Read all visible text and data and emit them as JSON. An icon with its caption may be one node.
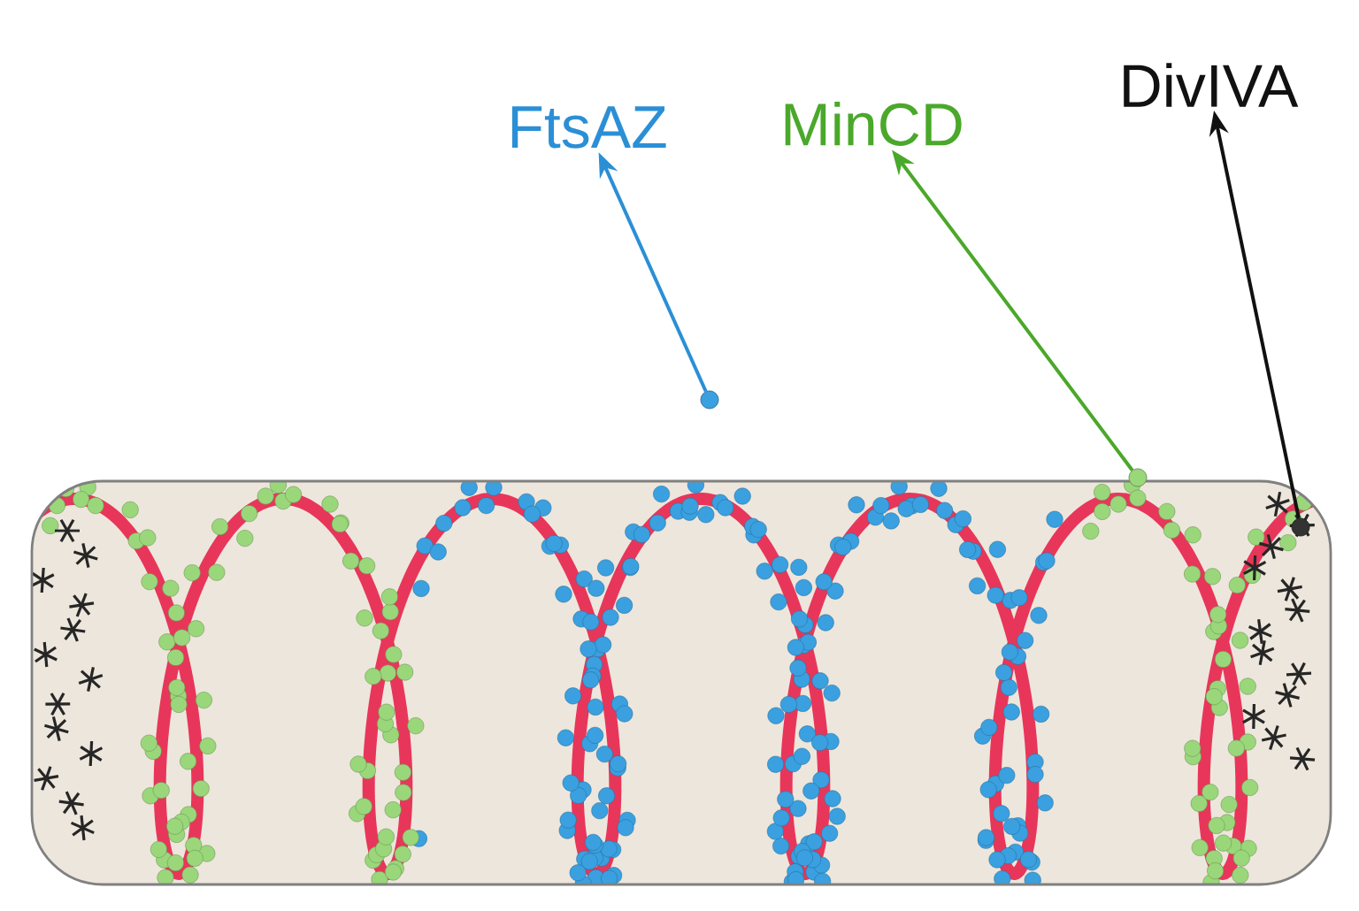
{
  "diagram": {
    "nodes": [
      {
        "text": [
          "FtsAZ"
        ]
      },
      {
        "text": [
          "MinCD"
        ]
      },
      {
        "text": [
          "DivIVA"
        ]
      },
      {
        "text": [],
        "shape": "circle"
      },
      {
        "text": [],
        "shape": "circle"
      },
      {
        "text": [],
        "shape": "circle"
      }
    ],
    "edges": [
      {
        "from": 3,
        "to": 0,
        "arrow": "to",
        "color": "#2b8fd6"
      },
      {
        "from": 4,
        "to": 1,
        "arrow": "to",
        "color": "#4aa82a"
      },
      {
        "from": 5,
        "to": 2,
        "arrow": "to",
        "color": "#111111"
      }
    ]
  }
}
